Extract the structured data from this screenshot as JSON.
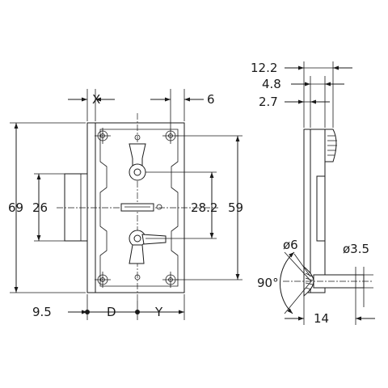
{
  "dimensions": {
    "height_total": "69",
    "body_height": "26",
    "hole_spacing_inner": "28.2",
    "hole_spacing_outer": "59",
    "offset_x": "X",
    "offset_6": "6",
    "offset_9_5": "9.5",
    "backset_d": "D",
    "offset_y": "Y",
    "side_12_2": "12.2",
    "side_4_8": "4.8",
    "side_2_7": "2.7",
    "dia_6": "ø6",
    "dia_3_5": "ø3.5",
    "angle_90": "90°",
    "side_14": "14"
  }
}
